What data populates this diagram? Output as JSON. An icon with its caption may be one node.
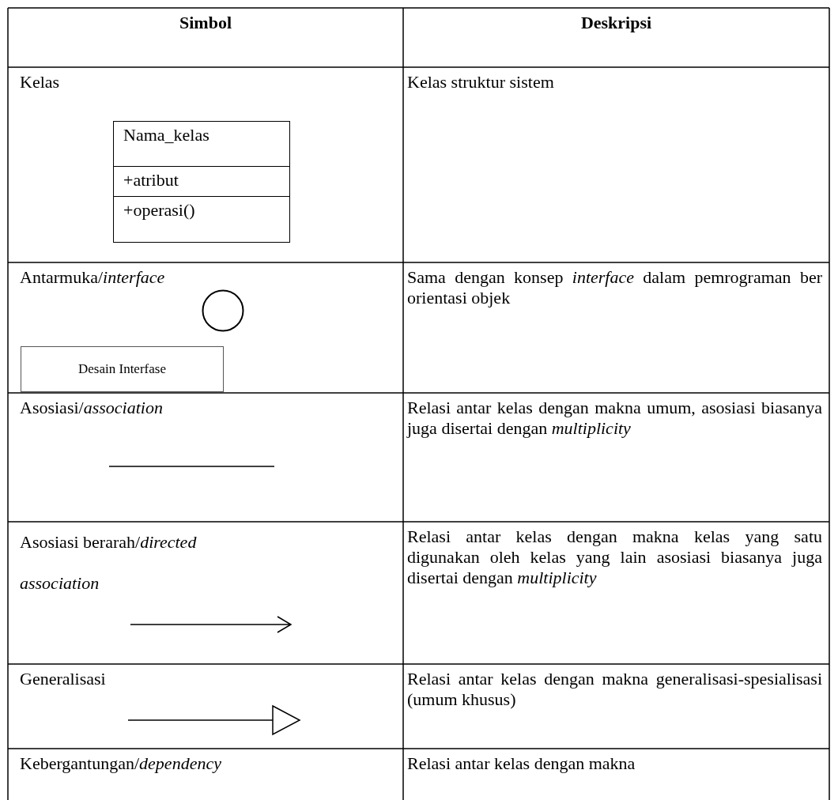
{
  "diagram": {
    "nodes": [
      {
        "text": [
          "Nama_kelas",
          "+atribut",
          "+operasi()"
        ]
      },
      {
        "text": [],
        "shape": "circle"
      },
      {
        "text": [
          "Desain Interfase"
        ]
      }
    ],
    "labels": [
      "Simbol",
      "Deskripsi",
      "Kelas",
      "Kelas struktur sistem",
      "Antarmuka/*interface*",
      "Sama dengan konsep *interface* dalam pemrograman ber orientasi objek",
      "Asosiasi/*association*",
      "Relasi antar kelas dengan makna umum, asosiasi biasanya juga disertai dengan *multiplicity*",
      "Asosiasi berarah/*directed association*",
      "Relasi antar kelas dengan makna kelas yang satu digunakan oleh kelas yang lain asosiasi biasanya juga disertai dengan *multiplicity*",
      "Generalisasi",
      "Relasi antar kelas dengan makna generalisasi-spesialisasi (umum khusus)",
      "Kebergantungan/*dependency*",
      "Relasi antar kelas dengan makna"
    ]
  }
}
